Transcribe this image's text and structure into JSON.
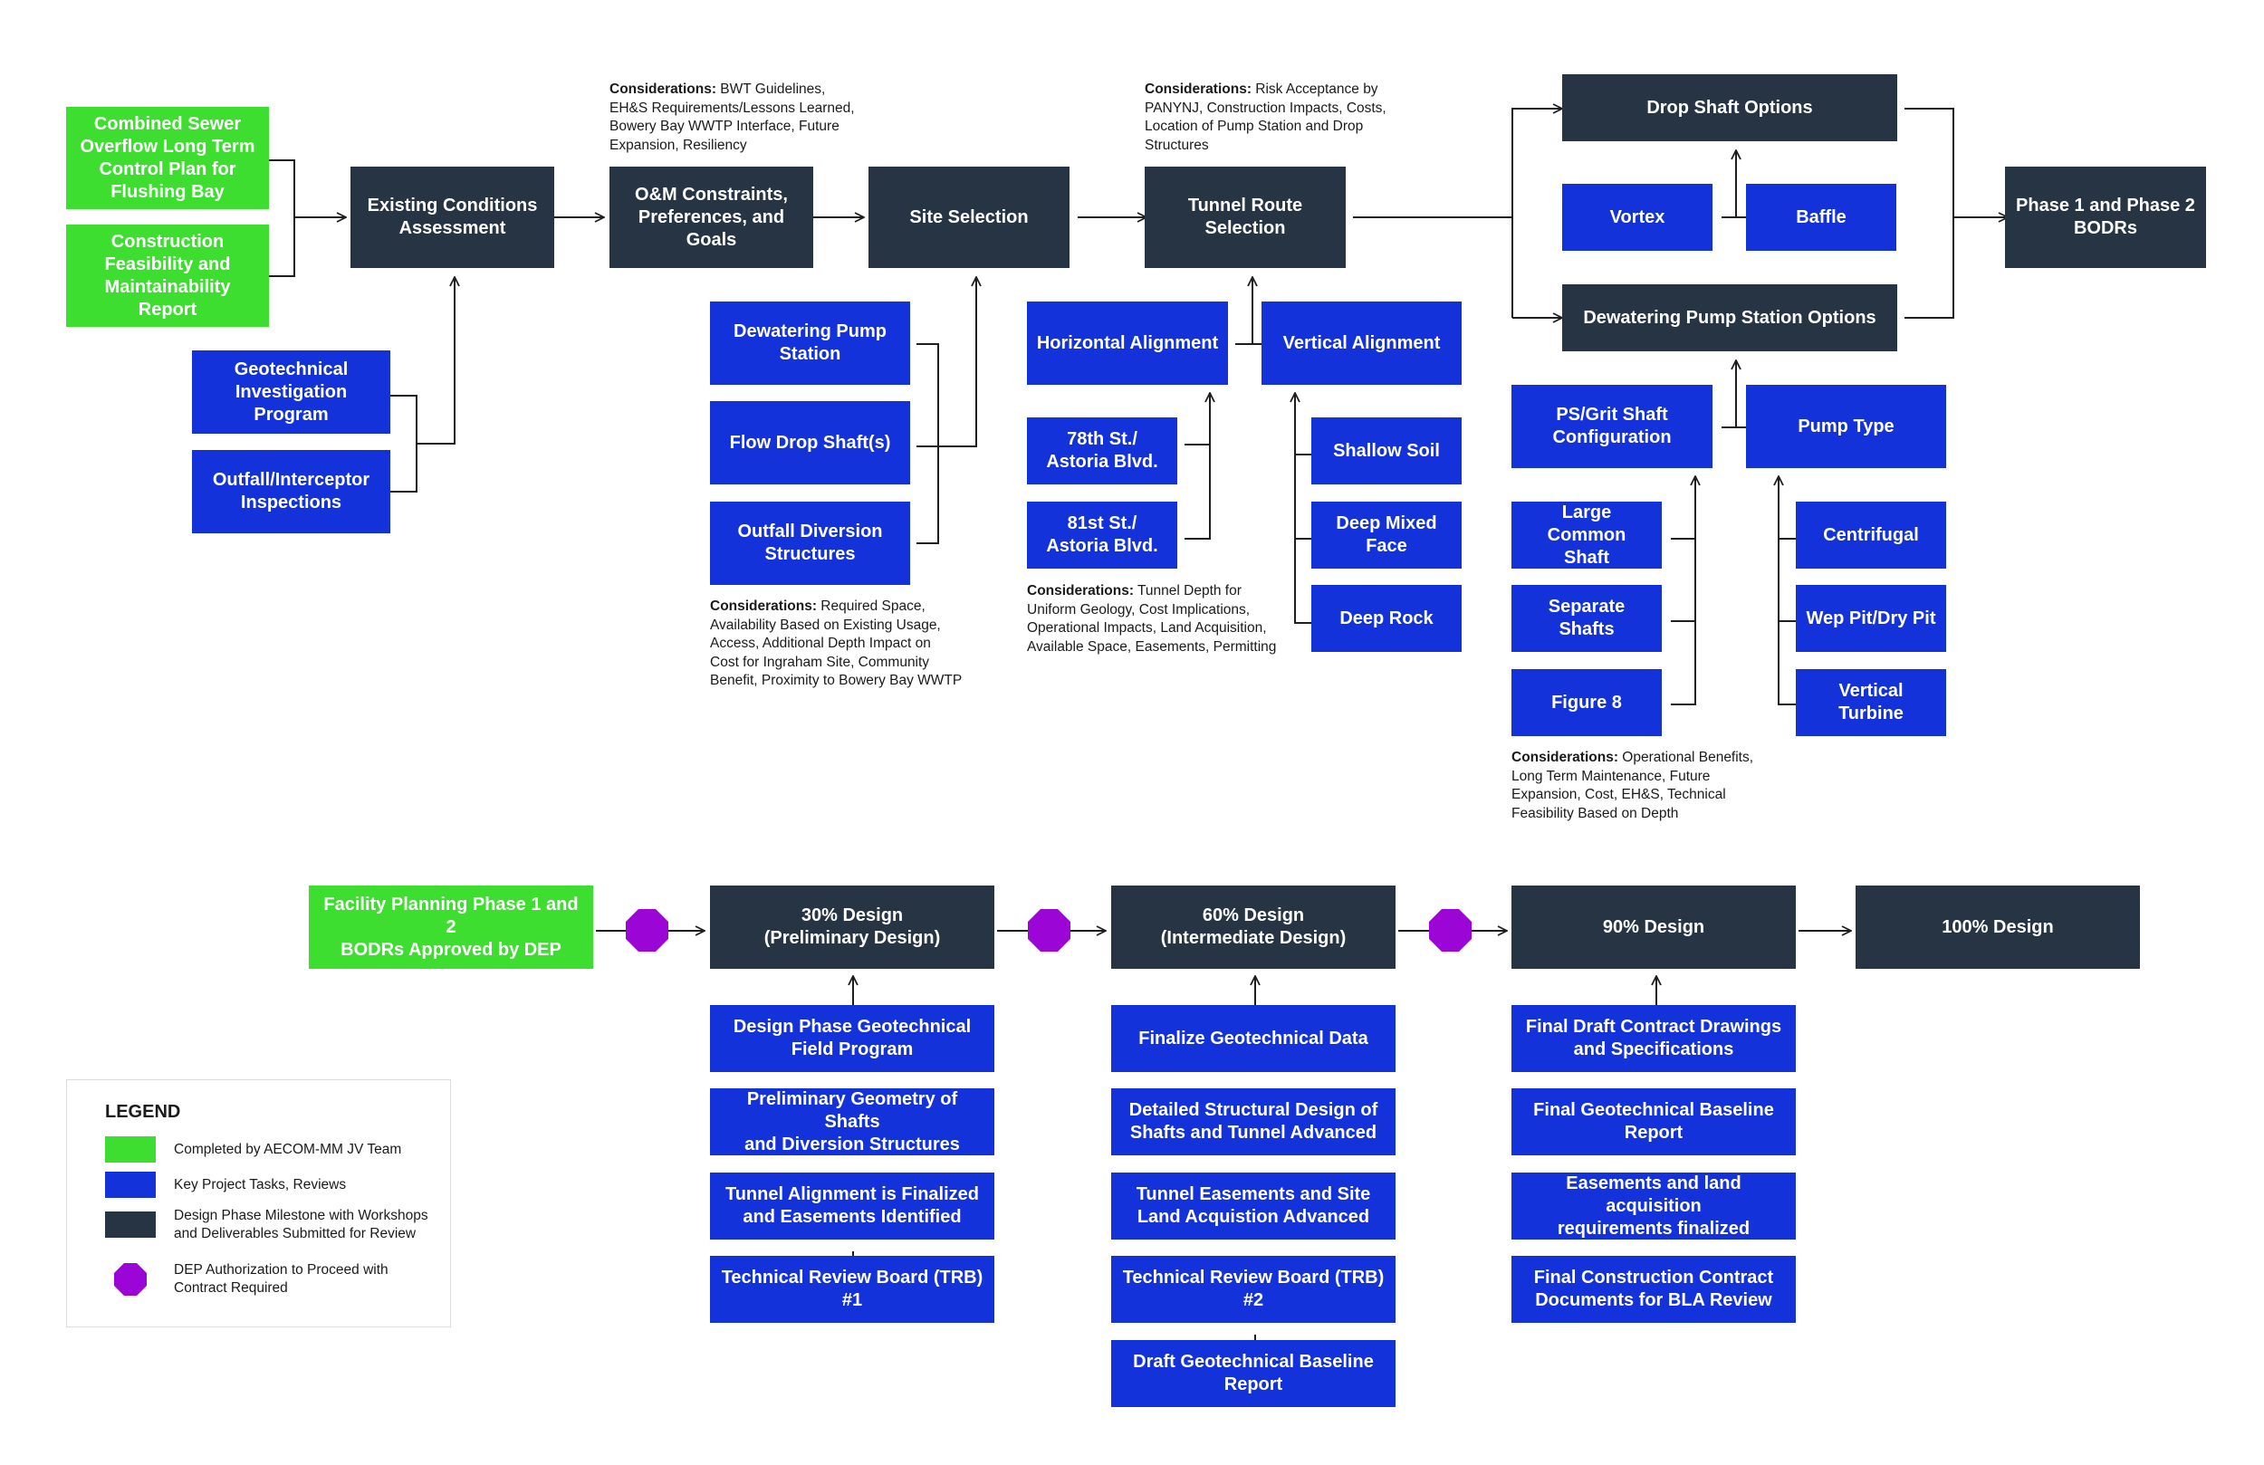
{
  "colors": {
    "completed": "#3dde2f",
    "task": "#1432d9",
    "milestone": "#263443",
    "authorization": "#9b06d6",
    "connector": "#1e1e1e"
  },
  "inputs": {
    "cso_plan": "Combined Sewer\nOverflow Long Term\nControl Plan for\nFlushing Bay",
    "construction_report": "Construction\nFeasibility and\nMaintainability\nReport",
    "geotech_program": "Geotechnical\nInvestigation\nProgram",
    "outfall_inspections": "Outfall/Interceptor\nInspections"
  },
  "milestones": {
    "existing_conditions": "Existing Conditions\nAssessment",
    "om_constraints": "O&M Constraints,\nPreferences, and\nGoals",
    "site_selection": "Site Selection",
    "tunnel_route": "Tunnel Route\nSelection",
    "drop_shaft_options": "Drop Shaft Options",
    "dewatering_options": "Dewatering Pump Station Options",
    "bodrs": "Phase 1 and Phase 2\nBODRs"
  },
  "site_tasks": {
    "dewatering_pump": "Dewatering Pump\nStation",
    "flow_drop": "Flow Drop Shaft(s)",
    "outfall_diversion": "Outfall Diversion\nStructures"
  },
  "route_tasks": {
    "horizontal": "Horizontal Alignment",
    "vertical": "Vertical Alignment",
    "st78": "78th St./\nAstoria Blvd.",
    "st81": "81st St./\nAstoria Blvd.",
    "shallow": "Shallow Soil",
    "deep_mixed": "Deep Mixed\nFace",
    "deep_rock": "Deep Rock"
  },
  "drop_tasks": {
    "vortex": "Vortex",
    "baffle": "Baffle"
  },
  "pump_tasks": {
    "ps_grit": "PS/Grit Shaft\nConfiguration",
    "pump_type": "Pump Type",
    "large_common": "Large Common\nShaft",
    "separate": "Separate Shafts",
    "figure8": "Figure 8",
    "centrifugal": "Centrifugal",
    "wep_pit": "Wep Pit/Dry Pit",
    "vertical_turbine": "Vertical Turbine"
  },
  "considerations": {
    "label": "Considerations:",
    "om": "BWT Guidelines,\nEH&S Requirements/Lessons Learned,\nBowery Bay WWTP Interface, Future\nExpansion, Resiliency",
    "route": "Risk Acceptance by\nPANYNJ, Construction Impacts, Costs,\nLocation of Pump Station and Drop\nStructures",
    "site": "Required Space,\nAvailability Based on Existing Usage,\nAccess, Additional Depth Impact on\nCost for Ingraham Site, Community\nBenefit, Proximity to Bowery Bay WWTP",
    "alignment": "Tunnel Depth for\nUniform Geology, Cost Implications,\nOperational Impacts, Land Acquisition,\nAvailable Space, Easements, Permitting",
    "pump": "Operational Benefits,\nLong Term Maintenance, Future\nExpansion, Cost, EH&S, Technical\nFeasibility Based on Depth"
  },
  "design": {
    "facility_planning": "Facility Planning Phase 1 and 2\nBODRs Approved by DEP",
    "d30": "30% Design\n(Preliminary Design)",
    "d60": "60% Design\n(Intermediate Design)",
    "d90": "90% Design",
    "d100": "100% Design",
    "tasks30": [
      "Design Phase Geotechnical\nField Program",
      "Preliminary Geometry of Shafts\nand Diversion Structures",
      "Tunnel Alignment is Finalized\nand Easements Identified",
      "Technical Review Board (TRB)\n#1"
    ],
    "tasks60": [
      "Finalize Geotechnical Data",
      "Detailed Structural Design of\nShafts and Tunnel Advanced",
      "Tunnel Easements and Site\nLand Acquistion Advanced",
      "Technical Review Board (TRB)\n#2",
      "Draft Geotechnical Baseline\nReport"
    ],
    "tasks90": [
      "Final Draft Contract Drawings\nand Specifications",
      "Final Geotechnical Baseline\nReport",
      "Easements and land acquisition\nrequirements finalized",
      "Final Construction Contract\nDocuments for BLA Review"
    ]
  },
  "legend": {
    "title": "LEGEND",
    "completed": "Completed by AECOM-MM JV Team",
    "tasks": "Key Project Tasks, Reviews",
    "milestone": "Design Phase Milestone with Workshops\nand Deliverables Submitted for Review",
    "authorization": "DEP Authorization to Proceed with\nContract Required"
  }
}
